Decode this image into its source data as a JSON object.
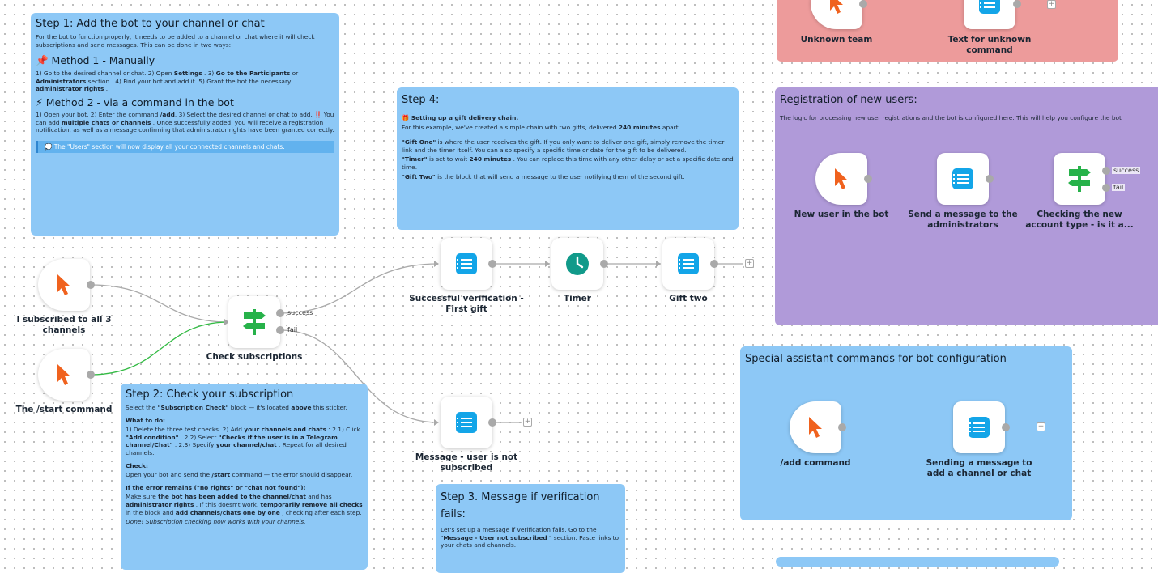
{
  "notes": {
    "step1": {
      "title": "Step 1: Add the bot to your channel or chat",
      "intro": "For the bot to function properly, it needs to be added to a channel or chat where it will check subscriptions and send messages. This can be done in two ways:",
      "method1_title": "📌 Method 1 - Manually",
      "method1_a": "1) Go to the desired channel or chat. 2) Open ",
      "method1_b": "Settings",
      "method1_c": " . 3) ",
      "method1_d": "Go to the Participants",
      "method1_e": " or ",
      "method1_f": "Administrators",
      "method1_g": " section . 4) Find your bot and add it. 5) Grant the bot the necessary ",
      "method1_h": "administrator rights",
      "method1_i": " .",
      "method2_title": "⚡ Method 2 - via a command in the bot",
      "method2_a": "1) Open your bot. 2) Enter the command ",
      "method2_b": "/add",
      "method2_c": ". 3) Select the desired channel or chat to add. ‼️ You can add ",
      "method2_d": "multiple chats or channels",
      "method2_e": " . Once successfully added, you will receive a registration notification, as well as a message confirming that administrator rights have been granted correctly.",
      "callout": "💭 The \"Users\" section will now display all your connected channels and chats."
    },
    "step4": {
      "title": "Step 4:",
      "sub": "🎁 Setting up a gift delivery chain.",
      "l1a": "For this example, we've created a simple chain with two gifts, delivered ",
      "l1b": "240 minutes",
      "l1c": " apart .",
      "g1a": "\"Gift One\"",
      "g1b": " is where the user receives the gift. If you only want to deliver one gift, simply remove the timer link and the timer itself. You can also specify a specific time or date for the gift to be delivered.",
      "t1a": "\"Timer\"",
      "t1b": " is set to wait ",
      "t1c": "240 minutes",
      "t1d": " . You can replace this time with any other delay or set a specific date and time.",
      "g2a": "\"Gift Two\"",
      "g2b": " is the block that will send a message to the user notifying them of the second gift."
    },
    "step2": {
      "title": "Step 2: Check your subscription",
      "l1a": "Select the ",
      "l1b": "\"Subscription Check\"",
      "l1c": " block — it's located ",
      "l1d": "above",
      "l1e": " this sticker.",
      "todo": "What to do:",
      "td_a": "1) Delete the three test checks. 2) Add ",
      "td_b": "your channels and chats",
      "td_c": " : 2.1) Click ",
      "td_d": "\"Add condition\"",
      "td_e": " . 2.2) Select ",
      "td_f": "\"Checks if the user is in a Telegram channel/Chat\"",
      "td_g": " . 2.3) Specify ",
      "td_h": "your channel/chat",
      "td_i": " . Repeat for all desired channels.",
      "check": "Check:",
      "ck_a": "Open your bot and send the ",
      "ck_b": "/start",
      "ck_c": " command — the error should disappear.",
      "err": "If the error remains (\"no rights\" or \"chat not found\"):",
      "er_a": "Make sure ",
      "er_b": "the bot has been added to the channel/chat",
      "er_c": " and has ",
      "er_d": "administrator rights",
      "er_e": " . If this doesn't work, ",
      "er_f": "temporarily remove all checks",
      "er_g": " in the block and ",
      "er_h": "add channels/chats one by one",
      "er_i": " , checking after each step.",
      "done": "Done! Subscription checking now works with your channels."
    },
    "step3": {
      "title": "Step 3. Message if verification fails:",
      "l1a": "Let's set up a message if verification fails. Go to the \"",
      "l1b": "Message - User not subscribed",
      "l1c": " \" section. Paste links to your chats and channels."
    },
    "registration": {
      "title": "Registration of new users:",
      "body": "The logic for processing new user registrations and the bot is configured here. This will help you configure the bot"
    },
    "special": {
      "title": "Special assistant commands for bot configuration"
    }
  },
  "nodes": {
    "subscribed_all": "I subscribed to all 3 channels",
    "start_command": "The /start command",
    "check_subscriptions": "Check subscriptions",
    "successful_verification": "Successful verification - First gift",
    "timer": "Timer",
    "gift_two": "Gift two",
    "not_subscribed": "Message - user is not subscribed",
    "unknown_team": "Unknown team",
    "text_unknown": "Text for unknown command",
    "new_user": "New user in the bot",
    "send_admins": "Send a message to the administrators",
    "check_account": "Checking the new account type - is it a...",
    "add_command": "/add command",
    "sending_add": "Sending a message to add a channel or chat"
  },
  "ports": {
    "success": "success",
    "fail": "fail"
  },
  "colors": {
    "note_blue": "#8dc8f6",
    "note_red": "#ed9b9b",
    "note_purple": "#b09ad9",
    "trigger": "#f0621e",
    "message": "#13a5e8",
    "timer": "#119a8a",
    "condition": "#27b24a",
    "wire_gray": "#a9a9a9",
    "wire_green": "#33bb44"
  },
  "icons": {
    "trigger": "cursor-arrow-icon",
    "message": "list-message-icon",
    "timer": "clock-icon",
    "condition": "signpost-icon"
  }
}
